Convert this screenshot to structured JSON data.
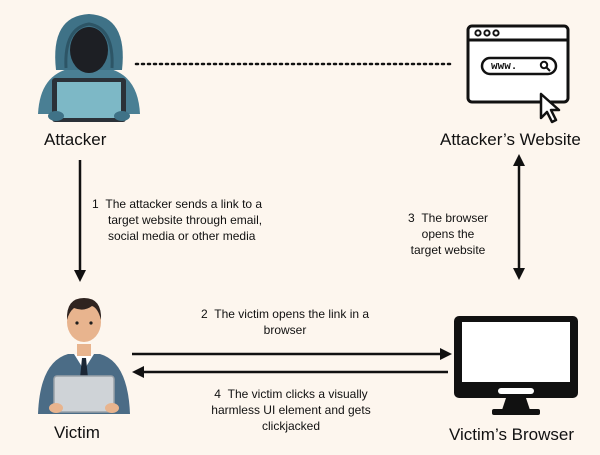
{
  "actors": {
    "attacker": "Attacker",
    "attacker_website": "Attacker’s Website",
    "victim": "Victim",
    "victim_browser": "Victim’s Browser"
  },
  "website_icon": {
    "url_text": "www."
  },
  "steps": {
    "s1": {
      "num": "1",
      "line1": "The attacker sends a link to a",
      "line2": "target website through email,",
      "line3": "social media or other media"
    },
    "s2": {
      "num": "2",
      "line1": "The victim opens the link in a",
      "line2": "browser"
    },
    "s3": {
      "num": "3",
      "line1": "The browser",
      "line2": "opens the",
      "line3": "target website"
    },
    "s4": {
      "num": "4",
      "line1": "The victim clicks a visually",
      "line2": "harmless UI element and gets",
      "line3": "clickjacked"
    }
  },
  "colors": {
    "background": "#fdf6ee",
    "hoodie": "#4a7f94",
    "laptop_screen": "#7db8c6",
    "victim_suit": "#4b6c86",
    "skin": "#e8b48e"
  }
}
